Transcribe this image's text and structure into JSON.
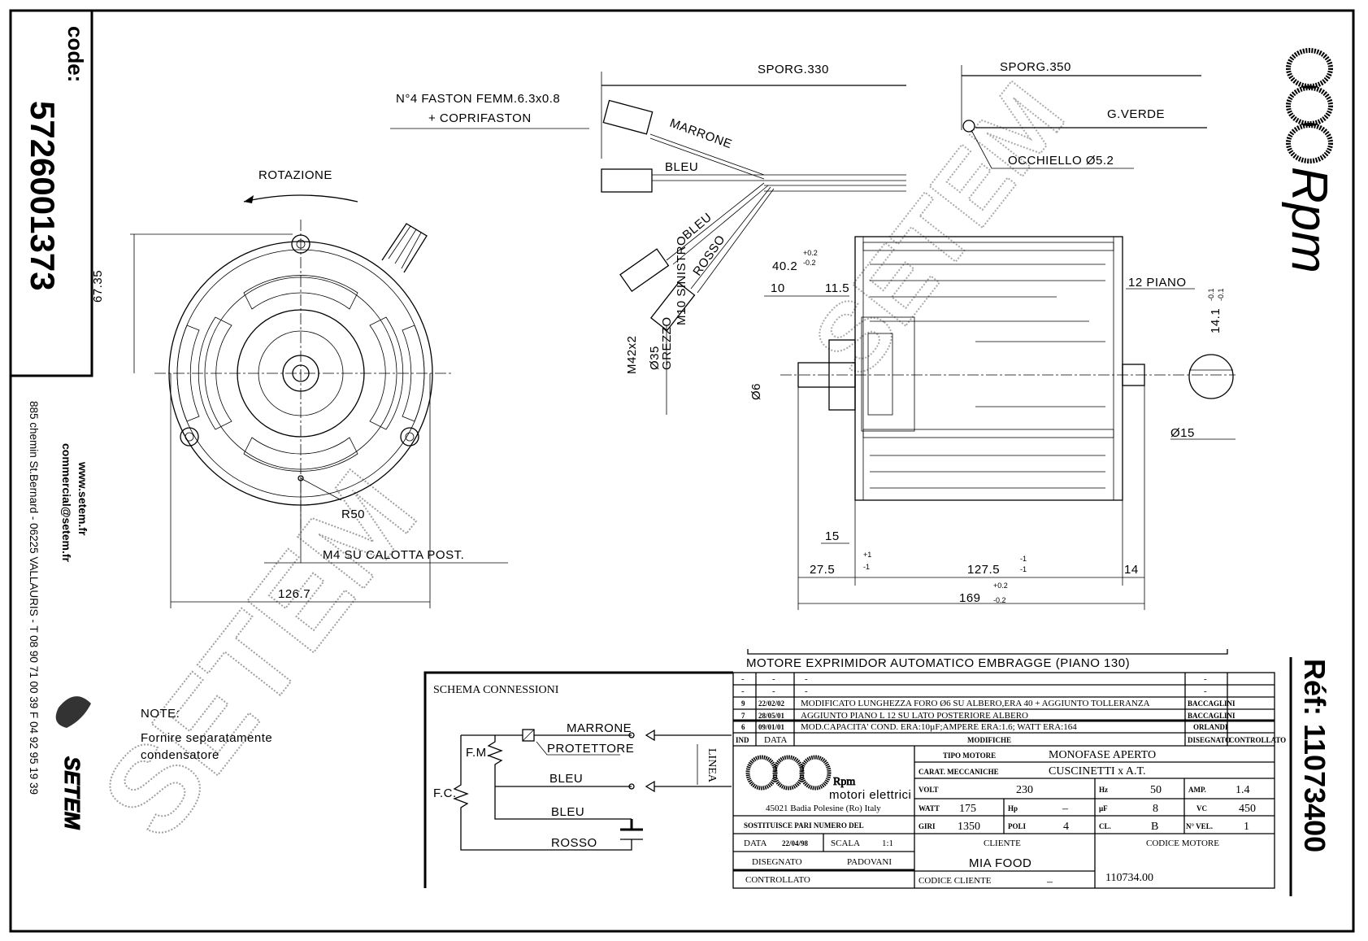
{
  "left_strip": {
    "code_label": "code:",
    "code_value": "5726001373",
    "website": "www.setem.fr",
    "email": "commercial@setem.fr",
    "address": "885 chemin St.Bernard  -  06225 VALLAURIS  -  T 08 90 71 00 39  F 04 92 95 19 39",
    "logo_text": "SETEM"
  },
  "right_strip": {
    "brand_logo": "Rpm",
    "ref_label": "Réf: 11073400"
  },
  "watermark": "SETEM",
  "front_view": {
    "rotation_label": "ROTAZIONE",
    "dim_height": "67.35",
    "dim_width": "126.7",
    "radius_label": "R50",
    "screw_note": "M4 SU CALOTTA POST."
  },
  "wiring": {
    "faston_note_1": "N°4 FASTON FEMM.6.3x0.8",
    "faston_note_2": "+ COPRIFASTON",
    "sporg_1": "SPORG.330",
    "sporg_2": "SPORG.350",
    "wire_marrone": "MARRONE",
    "wire_bleu_top": "BLEU",
    "wire_bleu": "BLEU",
    "wire_rosso": "ROSSO",
    "wire_ground": "G.VERDE",
    "eyelet": "OCCHIELLO Ø5.2"
  },
  "side_view": {
    "dim_40_2": "40.2",
    "tol_40_2_plus": "+0.2",
    "tol_40_2_minus": "-0.2",
    "dim_10": "10",
    "dim_11_5": "11.5",
    "thread_m10": "M10 SINISTRO",
    "thread_m42": "M42x2",
    "dia_35": "Ø35",
    "grezzo": "GREZZO",
    "dia_6": "Ø6",
    "flat": "12 PIANO",
    "dim_14_1": "14.1",
    "tol_14_1_plus": "-0.1",
    "tol_14_1_minus": "-0.1",
    "dia_15": "Ø15",
    "dim_15": "15",
    "dim_27_5": "27.5",
    "tol_27_5_plus": "+1",
    "tol_27_5_minus": "-1",
    "dim_127_5": "127.5",
    "tol_127_5_plus": "-1",
    "tol_127_5_minus": "-1",
    "dim_14": "14",
    "dim_169": "169",
    "tol_169_plus": "+0.2",
    "tol_169_minus": "-0.2"
  },
  "notes": {
    "title": "NOTE:",
    "line1": "Fornire separatamente",
    "line2": "condensatore"
  },
  "schematic": {
    "title": "SCHEMA CONNESSIONI",
    "marrone": "MARRONE",
    "protettore": "PROTETTORE",
    "bleu": "BLEU",
    "bleu2": "BLEU",
    "rosso": "ROSSO",
    "linea": "LINEA",
    "fm": "F.M.",
    "fc": "F.C."
  },
  "title_block": {
    "drawing_title": "MOTORE EXPRIMIDOR AUTOMATICO EMBRAGGE (PIANO 130)",
    "revisions": [
      {
        "ind": "-",
        "date": "-",
        "text": "-",
        "drawn": "-",
        "checked": ""
      },
      {
        "ind": "-",
        "date": "-",
        "text": "-",
        "drawn": "-",
        "checked": ""
      },
      {
        "ind": "9",
        "date": "22/02/02",
        "text": "MODIFICATO LUNGHEZZA FORO Ø6 SU ALBERO,ERA 40 + AGGIUNTO TOLLERANZA",
        "drawn": "BACCAGLINI",
        "checked": ""
      },
      {
        "ind": "7",
        "date": "28/05/01",
        "text": "AGGIUNTO PIANO L 12 SU LATO POSTERIORE ALBERO",
        "drawn": "BACCAGLINI",
        "checked": ""
      },
      {
        "ind": "6",
        "date": "09/01/01",
        "text": "MOD.CAPACITA' COND. ERA:10µF;AMPERE ERA:1.6; WATT ERA:164",
        "drawn": "ORLANDI",
        "checked": ""
      }
    ],
    "headers": {
      "ind": "IND",
      "date": "DATA",
      "changes": "MODIFICHE",
      "drawn": "DISEGNATO",
      "checked": "CONTROLLATO"
    },
    "company_logo": "Rpm",
    "company_sub": "motori elettrici",
    "company_address": "45021 Badia Polesine (Ro)   Italy",
    "tipo_motore_label": "TIPO MOTORE",
    "tipo_motore": "MONOFASE   APERTO",
    "carat_label": "CARAT. MECCANICHE",
    "carat": "CUSCINETTI x A.T.",
    "volt_label": "VOLT",
    "volt": "230",
    "hz_label": "Hz",
    "hz": "50",
    "amp_label": "AMP.",
    "amp": "1.4",
    "watt_label": "WATT",
    "watt": "175",
    "hp_label": "Hp",
    "hp": "–",
    "uf_label": "µF",
    "uf": "8",
    "vc_label": "VC",
    "vc": "450",
    "giri_label": "GIRI",
    "giri": "1350",
    "poli_label": "POLI",
    "poli": "4",
    "cl_label": "CL.",
    "cl": "B",
    "nvel_label": "N° VEL.",
    "nvel": "1",
    "sostituisce": "SOSTITUISCE PARI NUMERO DEL",
    "data_label": "DATA",
    "data": "22/04/98",
    "scala_label": "SCALA",
    "scala": "1:1",
    "disegnato_label": "DISEGNATO",
    "disegnato": "PADOVANI",
    "controllato_label": "CONTROLLATO",
    "cliente_label": "CLIENTE",
    "cliente": "MIA FOOD",
    "codice_cliente_label": "CODICE CLIENTE",
    "codice_cliente": "–",
    "codice_motore_label": "CODICE MOTORE",
    "codice_motore": "110734.00"
  }
}
